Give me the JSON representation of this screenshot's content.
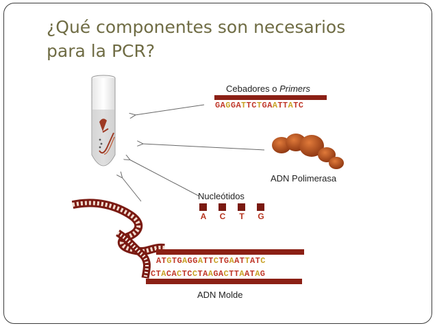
{
  "slide": {
    "title_line1": "¿Qué componentes son necesarios",
    "title_line2": "para la PCR?"
  },
  "primers": {
    "label_prefix": "Cebadores o ",
    "label_italic": "Primers",
    "sequence": [
      "G",
      "A",
      "G",
      "G",
      "A",
      "T",
      "T",
      "C",
      "T",
      "G",
      "A",
      "A",
      "T",
      "T",
      "A",
      "T",
      "C"
    ]
  },
  "polymerase": {
    "label": "ADN Polimerasa"
  },
  "nucleotides": {
    "label": "Nucleótidos",
    "letters": [
      "A",
      "C",
      "T",
      "G"
    ]
  },
  "template": {
    "label": "ADN Molde",
    "strand_top": [
      "A",
      "T",
      "G",
      "T",
      "G",
      "A",
      "G",
      "G",
      "A",
      "T",
      "T",
      "C",
      "T",
      "G",
      "A",
      "A",
      "T",
      "T",
      "A",
      "T",
      "C"
    ],
    "strand_bottom": [
      "C",
      "T",
      "A",
      "C",
      "A",
      "C",
      "T",
      "C",
      "C",
      "T",
      "A",
      "A",
      "G",
      "A",
      "C",
      "T",
      "T",
      "A",
      "A",
      "T",
      "A",
      "G"
    ]
  },
  "colors": {
    "title": "#6f6c44",
    "dna_dark": "#7a1a12",
    "letter_red": "#c0392b",
    "letter_gold": "#c9a227",
    "protein": "#b8551f"
  }
}
